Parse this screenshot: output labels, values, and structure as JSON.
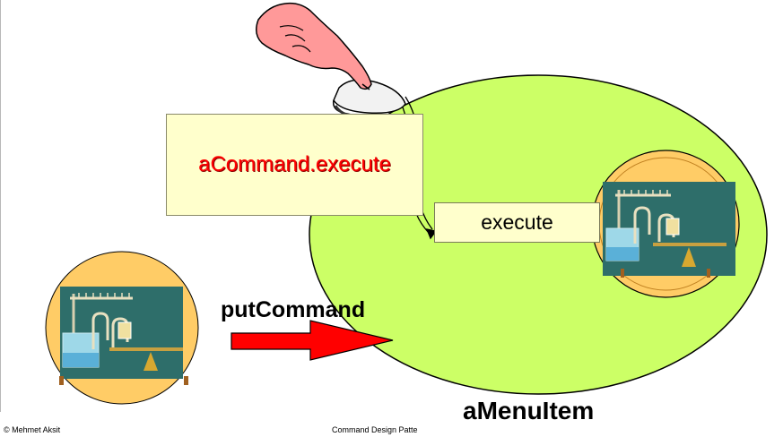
{
  "diagram": {
    "callout_text": "aCommand.execute",
    "execute_label": "execute",
    "put_command_label": "putCommand",
    "menu_item_label": "aMenuItem"
  },
  "footer": {
    "author": "© Mehmet Aksit",
    "title": "Command Design Patte"
  },
  "colors": {
    "ellipse_fill": "#ccff66",
    "circle_fill": "#ffcc66",
    "callout_fill": "#ffffcc",
    "callout_text": "#ff0000",
    "arrow_fill": "#ff0000",
    "hand_fill": "#ff9999",
    "panel_fill": "#2e6e6a"
  },
  "icons": [
    "pointing-hand-icon",
    "mouse-icon",
    "command-object-icon",
    "receiver-object-icon",
    "put-arrow-icon"
  ]
}
